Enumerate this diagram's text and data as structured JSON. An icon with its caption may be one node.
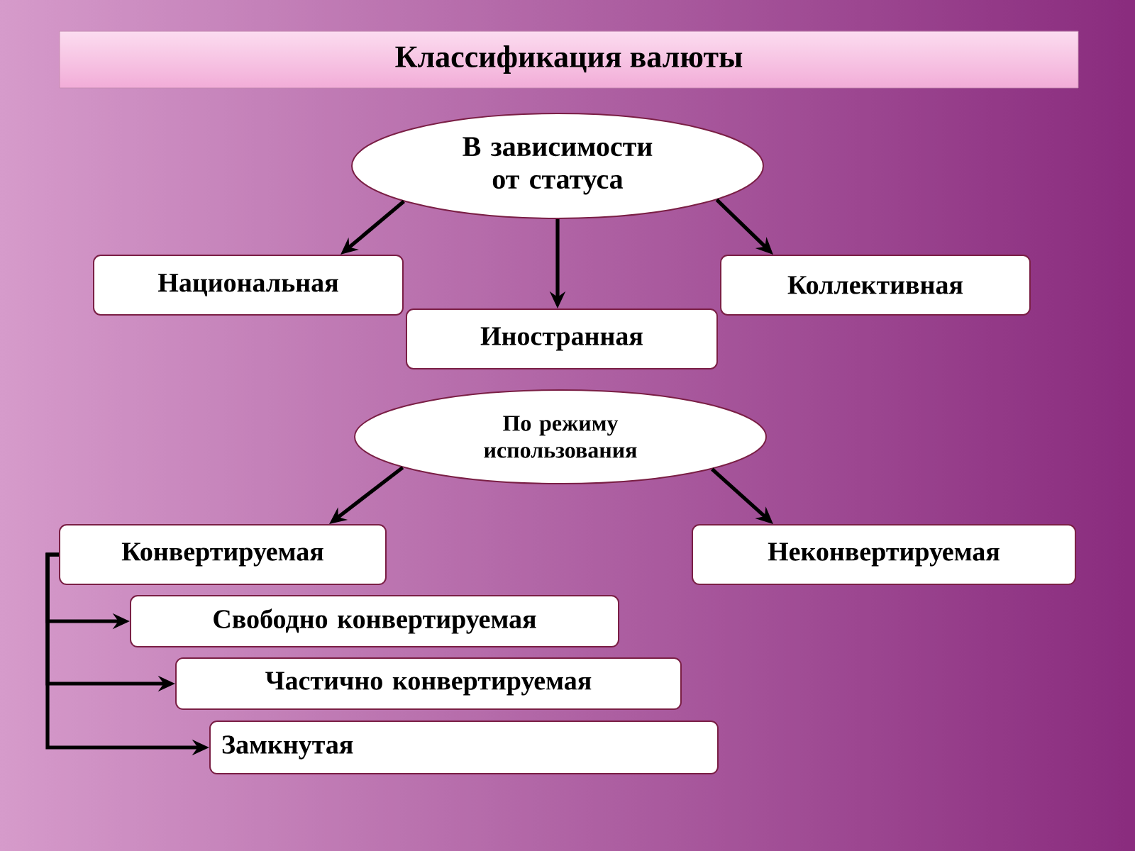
{
  "diagram": {
    "title": "Классификация валюты",
    "nodes": [
      {
        "text": [
          "В зависимости от статуса"
        ]
      },
      {
        "text": [
          "Национальная"
        ]
      },
      {
        "text": [
          "Иностранная"
        ]
      },
      {
        "text": [
          "Коллективная"
        ]
      },
      {
        "text": [
          "По режиму использования"
        ]
      },
      {
        "text": [
          "Конвертируемая"
        ]
      },
      {
        "text": [
          "Неконвертируемая"
        ]
      },
      {
        "text": [
          "Свободно конвертируемая"
        ]
      },
      {
        "text": [
          "Частично конвертируемая"
        ]
      },
      {
        "text": [
          "Замкнутая"
        ]
      }
    ],
    "edges": [
      {
        "from": 0,
        "to": 1,
        "arrow": "to"
      },
      {
        "from": 0,
        "to": 2,
        "arrow": "to"
      },
      {
        "from": 0,
        "to": 3,
        "arrow": "to"
      },
      {
        "from": 4,
        "to": 5,
        "arrow": "to"
      },
      {
        "from": 4,
        "to": 6,
        "arrow": "to"
      },
      {
        "from": 5,
        "to": 7,
        "arrow": "to"
      },
      {
        "from": 5,
        "to": 8,
        "arrow": "to"
      },
      {
        "from": 5,
        "to": 9,
        "arrow": "to"
      }
    ]
  }
}
